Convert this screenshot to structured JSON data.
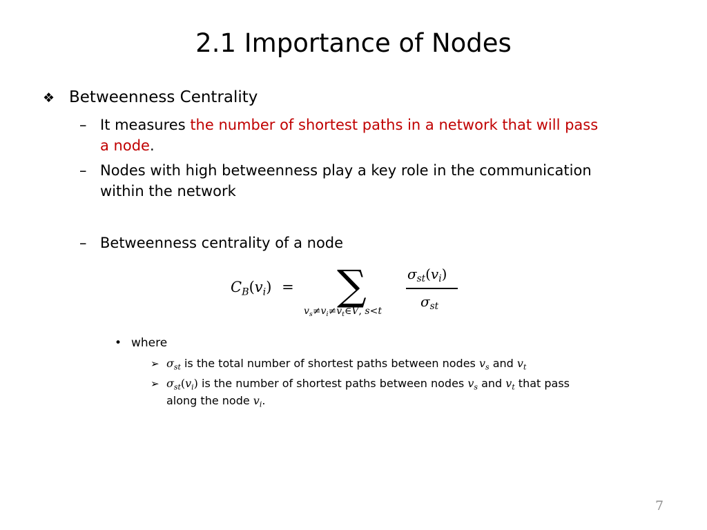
{
  "slide": {
    "title": "2.1 Importance of Nodes",
    "page_number": "7"
  },
  "bullets": {
    "level1_marker": "❖",
    "level2_marker": "–",
    "level3_marker": "•",
    "level4_marker": "➢",
    "betweenness_heading": "Betweenness Centrality",
    "measures_prefix": "It measures ",
    "measures_highlight_line1": "the number of shortest paths in a network that will pass",
    "measures_highlight_line2": "a node",
    "measures_suffix": ".",
    "high_betweenness_line1": "Nodes with high betweenness play a key role in the communication",
    "high_betweenness_line2": "within the network",
    "centrality_of_node": "Betweenness centrality of a node",
    "where": "where",
    "sigma_st_def": "is the total number of shortest paths between nodes",
    "sigma_st_vi_def_line1": "is the number of shortest paths between nodes",
    "that_pass": "that pass",
    "along_the_node": "along the node",
    "and": "and",
    "period": "."
  },
  "formula": {
    "lhs": "C",
    "lhs_sub": "B",
    "lhs_arg_open": "(",
    "lhs_arg_var": "v",
    "lhs_arg_sub": "i",
    "lhs_arg_close": ")",
    "equals": "=",
    "sum_symbol": "∑",
    "sum_limits": "v_s≠v_i≠v_t∈V, s<t",
    "numerator": "σ_st(v_i)",
    "denominator": "σ_st"
  },
  "colors": {
    "highlight": "#c00000",
    "page_number": "#8c8c8c",
    "text": "#000000"
  }
}
